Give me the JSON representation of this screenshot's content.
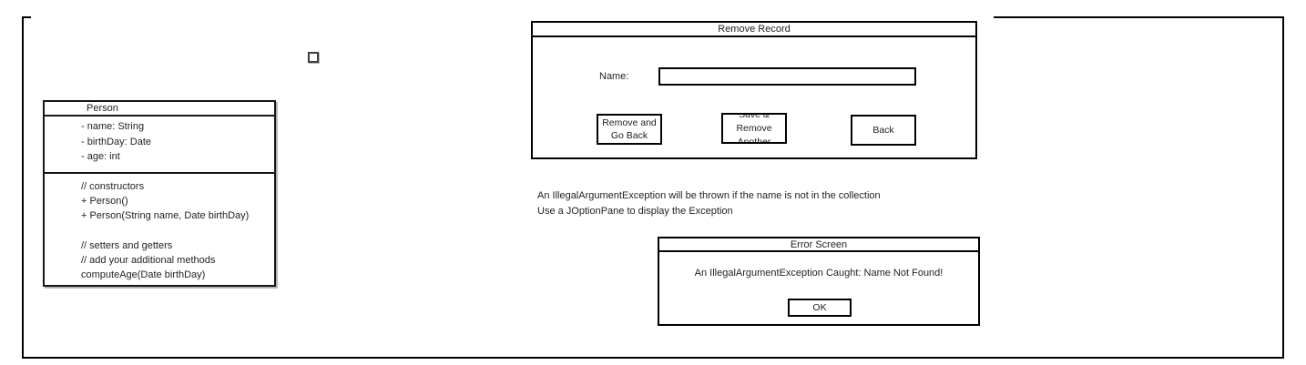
{
  "colors": {
    "line": "#000000",
    "text": "#1f1f1f",
    "shadow": "#b5b5b5",
    "background": "#ffffff"
  },
  "person_class": {
    "title": "Person",
    "attributes": [
      "- name: String",
      "- birthDay: Date",
      "- age: int"
    ],
    "methods": [
      "// constructors",
      "+ Person()",
      "+ Person(String name, Date birthDay)",
      "",
      "// setters and getters",
      "// add your additional methods",
      "computeAge(Date birthDay)"
    ]
  },
  "decorations": {
    "small_square": "empty-square-marker"
  },
  "remove_record_dialog": {
    "title": "Remove Record",
    "name_label": "Name:",
    "name_value": "",
    "buttons": [
      {
        "name": "remove-and-go-back",
        "label": "Remove and\nGo Back"
      },
      {
        "name": "save-and-remove-another",
        "label": "Save &\nRemove\nAnother"
      },
      {
        "name": "back",
        "label": "Back"
      }
    ]
  },
  "notes": [
    "An IllegalArgumentException will be thrown if the name is not in the collection",
    "Use a JOptionPane to display the Exception"
  ],
  "error_dialog": {
    "title": "Error Screen",
    "message": "An IllegalArgumentException Caught: Name Not Found!",
    "ok_label": "OK"
  }
}
